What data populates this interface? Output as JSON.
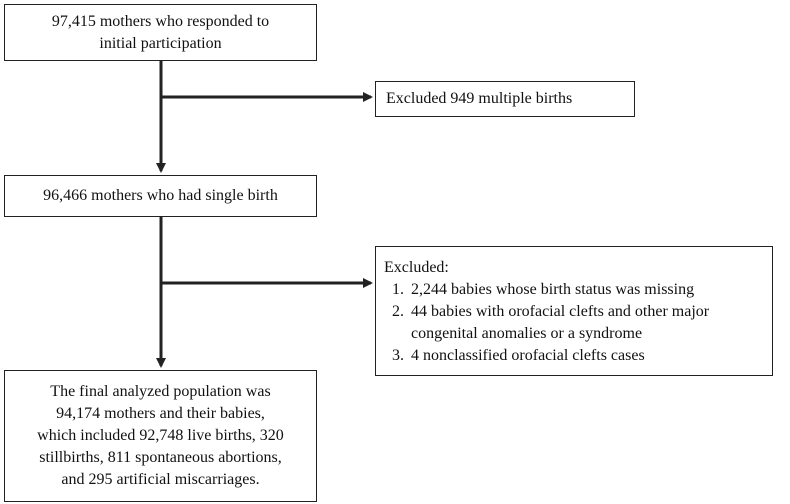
{
  "flowchart": {
    "box1": {
      "lines": [
        "97,415 mothers who responded to",
        "initial participation"
      ]
    },
    "excluded1": {
      "text": "Excluded 949 multiple births"
    },
    "box2": {
      "text": "96,466 mothers who had single birth"
    },
    "excluded2": {
      "heading": "Excluded:",
      "items": [
        {
          "number": "1.",
          "text": "2,244 babies whose birth status was missing"
        },
        {
          "number": "2.",
          "text": "44 babies with orofacial clefts and other major congenital anomalies or a syndrome"
        },
        {
          "number": "3.",
          "text": "4 nonclassified orofacial clefts cases"
        }
      ]
    },
    "box3": {
      "lines": [
        "The final analyzed population was",
        "94,174 mothers and their babies,",
        "which included 92,748 live births, 320",
        "stillbirths, 811 spontaneous abortions,",
        "and 295 artificial miscarriages."
      ]
    }
  },
  "colors": {
    "stroke": "#222222",
    "text": "#111111",
    "background": "#ffffff"
  }
}
